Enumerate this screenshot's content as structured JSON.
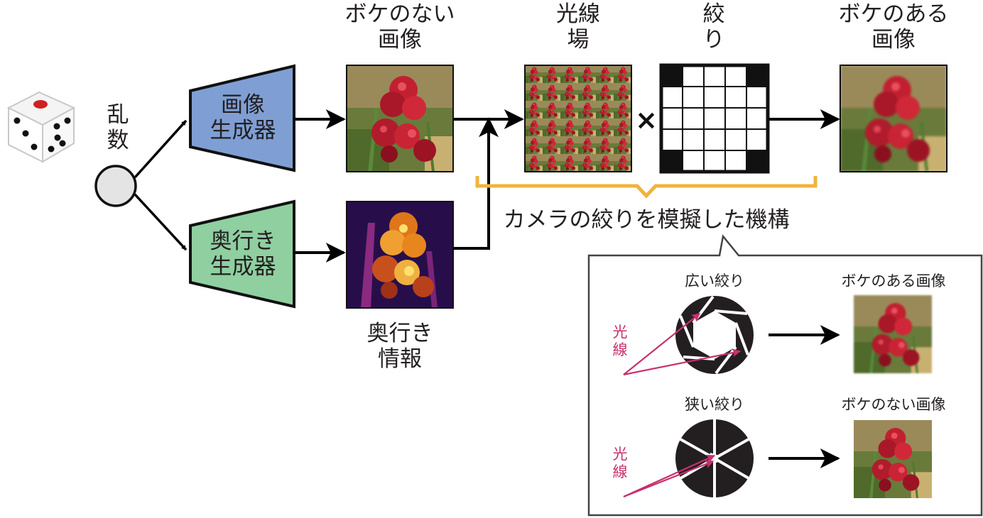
{
  "labels": {
    "random": [
      "乱",
      "数"
    ],
    "image_generator": [
      "画像",
      "生成器"
    ],
    "depth_generator": [
      "奥行き",
      "生成器"
    ],
    "sharp_image": [
      "ボケのない",
      "画像"
    ],
    "depth_info": [
      "奥行き",
      "情報"
    ],
    "light_field": [
      "光線",
      "場"
    ],
    "aperture": [
      "絞",
      "り"
    ],
    "times": "×",
    "blurred_image": [
      "ボケのある",
      "画像"
    ],
    "mechanism": "カメラの絞りを模擬した機構"
  },
  "inset": {
    "wide": {
      "title": "広い絞り",
      "rays": [
        "光",
        "線"
      ],
      "result": "ボケのある画像"
    },
    "narrow": {
      "title": "狭い絞り",
      "rays": [
        "光",
        "線"
      ],
      "result": "ボケのない画像"
    }
  },
  "colors": {
    "image_generator_fill": "#7f9fd4",
    "depth_generator_fill": "#8fcfa0",
    "bracket": "#f0b43c",
    "ray": "#c8306e",
    "dice_pip_red": "#d02020"
  },
  "icons": [
    "dice-icon",
    "flower-image",
    "depth-map-image",
    "light-field-grid",
    "aperture-mask",
    "aperture-wide-icon",
    "aperture-narrow-icon"
  ]
}
